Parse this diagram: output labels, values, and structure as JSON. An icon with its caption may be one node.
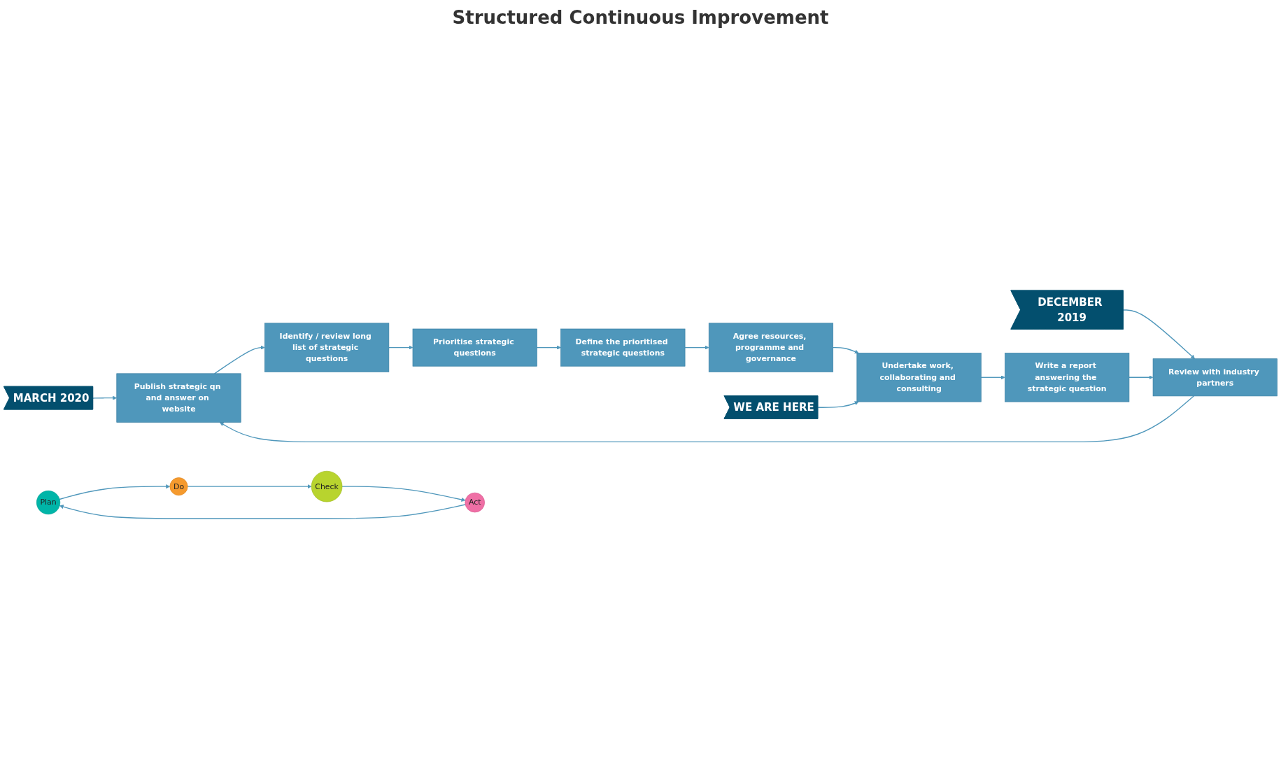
{
  "diagram": {
    "nodes": [
      {
        "text": [
          "MARCH 2020"
        ]
      },
      {
        "text": [
          "Publish strategic qn and answer on website"
        ]
      },
      {
        "text": [
          "Identify / review long list of strategic questions"
        ]
      },
      {
        "text": [
          "Prioritise strategic questions"
        ]
      },
      {
        "text": [
          "DECEMBER 2019"
        ]
      },
      {
        "text": [
          "Review with industry partners"
        ]
      },
      {
        "text": [
          "Define the prioritised strategic questions"
        ]
      },
      {
        "text": [
          "Plan"
        ]
      },
      {
        "text": [
          "Do"
        ]
      },
      {
        "text": [
          "Act"
        ]
      },
      {
        "text": [
          "Check"
        ]
      },
      {
        "text": [
          "Write a report answering the strategic question"
        ]
      },
      {
        "text": [
          "Agree resources, programme and governance"
        ]
      },
      {
        "text": [
          "WE ARE HERE"
        ]
      },
      {
        "text": [
          "Undertake work, collaborating and consulting"
        ]
      }
    ],
    "edges": [
      {
        "from": 0,
        "to": 1,
        "arrow": "to"
      },
      {
        "from": 1,
        "to": 2,
        "arrow": "to"
      },
      {
        "from": 2,
        "to": 3,
        "arrow": "to"
      },
      {
        "from": 3,
        "to": 6,
        "arrow": "to"
      },
      {
        "from": 6,
        "to": 12,
        "arrow": "to"
      },
      {
        "from": 12,
        "to": 14,
        "arrow": "to"
      },
      {
        "from": 14,
        "to": 11,
        "arrow": "to"
      },
      {
        "from": 11,
        "to": 5,
        "arrow": "to"
      },
      {
        "from": 5,
        "to": 1,
        "arrow": "to"
      },
      {
        "from": 4,
        "to": 5,
        "arrow": "to"
      },
      {
        "from": 13,
        "to": 14,
        "arrow": "to"
      },
      {
        "from": 7,
        "to": 8,
        "arrow": "to"
      },
      {
        "from": 8,
        "to": 10,
        "arrow": "to"
      },
      {
        "from": 10,
        "to": 9,
        "arrow": "to"
      },
      {
        "from": 9,
        "to": 7,
        "arrow": "to"
      }
    ],
    "labels": [
      "Structured Continuous Improvement"
    ]
  }
}
